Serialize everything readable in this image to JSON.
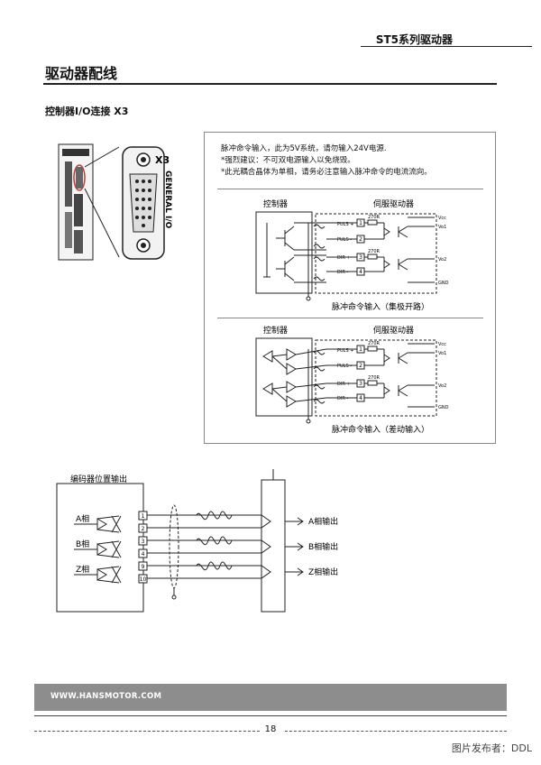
{
  "header": {
    "title": "ST5系列驱动器"
  },
  "section": {
    "title": "驱动器配线"
  },
  "subsection": {
    "title": "控制器I/O连接 X3"
  },
  "connector": {
    "label": "X3",
    "name": "GENERAL I/O"
  },
  "notes": [
    "脉冲命令输入，此为5V系统，请勿输入24V电源.",
    "*强烈建议：不可双电源输入以免烧毁。",
    "*此光耦合晶体为单相，请务必注意输入脉冲命令的电流流向。"
  ],
  "diagram1": {
    "controller": "控制器",
    "driver": "伺服驱动器",
    "caption": "脉冲命令输入（集极开路）",
    "signals": [
      "PULS +",
      "PULS -",
      "DIR +",
      "DIR -"
    ],
    "pins": [
      "1",
      "2",
      "3",
      "4"
    ],
    "resistor": "270R",
    "outputs": [
      "Vcc",
      "Vo1",
      "Vo2",
      "GND"
    ]
  },
  "diagram2": {
    "controller": "控制器",
    "driver": "伺服驱动器",
    "caption": "脉冲命令输入（差动输入）",
    "signals": [
      "PULS +",
      "PULS -",
      "DIR +",
      "DIR -"
    ],
    "pins": [
      "1",
      "2",
      "3",
      "4"
    ],
    "resistor": "270R",
    "outputs": [
      "Vcc",
      "Vo1",
      "Vo2",
      "GND"
    ]
  },
  "encoder": {
    "title": "编码器位置输出",
    "phases": [
      "A相",
      "B相",
      "Z相"
    ],
    "pins": [
      "1",
      "2",
      "3",
      "4",
      "9",
      "10"
    ],
    "outputs": [
      "A相输出",
      "B相输出",
      "Z相输出"
    ]
  },
  "footer": {
    "url": "WWW.HANSMOTOR.COM",
    "page": "18",
    "credit": "图片发布者：DDL"
  }
}
